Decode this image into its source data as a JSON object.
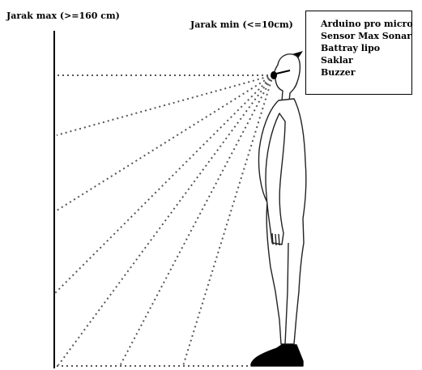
{
  "labels": {
    "max_distance": "Jarak max (>=160 cm)",
    "min_distance": "Jarak min (<=10cm)"
  },
  "components": [
    "Arduino pro micro",
    "Sensor Max Sonar",
    "Battray lipo",
    "Saklar",
    "Buzzer"
  ]
}
